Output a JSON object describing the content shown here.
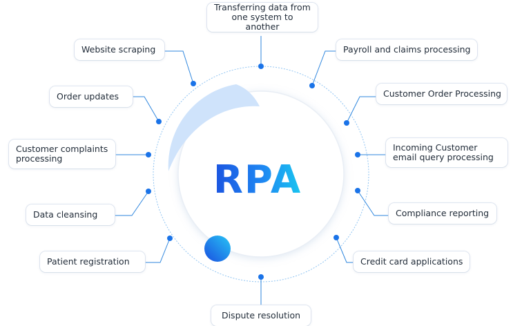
{
  "center": {
    "title": "RPA"
  },
  "colors": {
    "line": "#2e86de",
    "dot": "#1a73e8",
    "ring": "#8ec3f2",
    "arc": "#cfe3fb",
    "ball_start": "#27c5f5",
    "ball_end": "#1a56e0",
    "text": "#1f2a37"
  },
  "items": [
    {
      "label": "Transferring data from one system to another"
    },
    {
      "label": "Payroll and claims processing"
    },
    {
      "label": "Customer Order Processing"
    },
    {
      "label": "Incoming Customer email query processing"
    },
    {
      "label": "Compliance reporting"
    },
    {
      "label": "Credit card applications"
    },
    {
      "label": "Dispute resolution"
    },
    {
      "label": "Patient registration"
    },
    {
      "label": "Data cleansing"
    },
    {
      "label": "Customer complaints processing"
    },
    {
      "label": "Order updates"
    },
    {
      "label": "Website scraping"
    }
  ]
}
